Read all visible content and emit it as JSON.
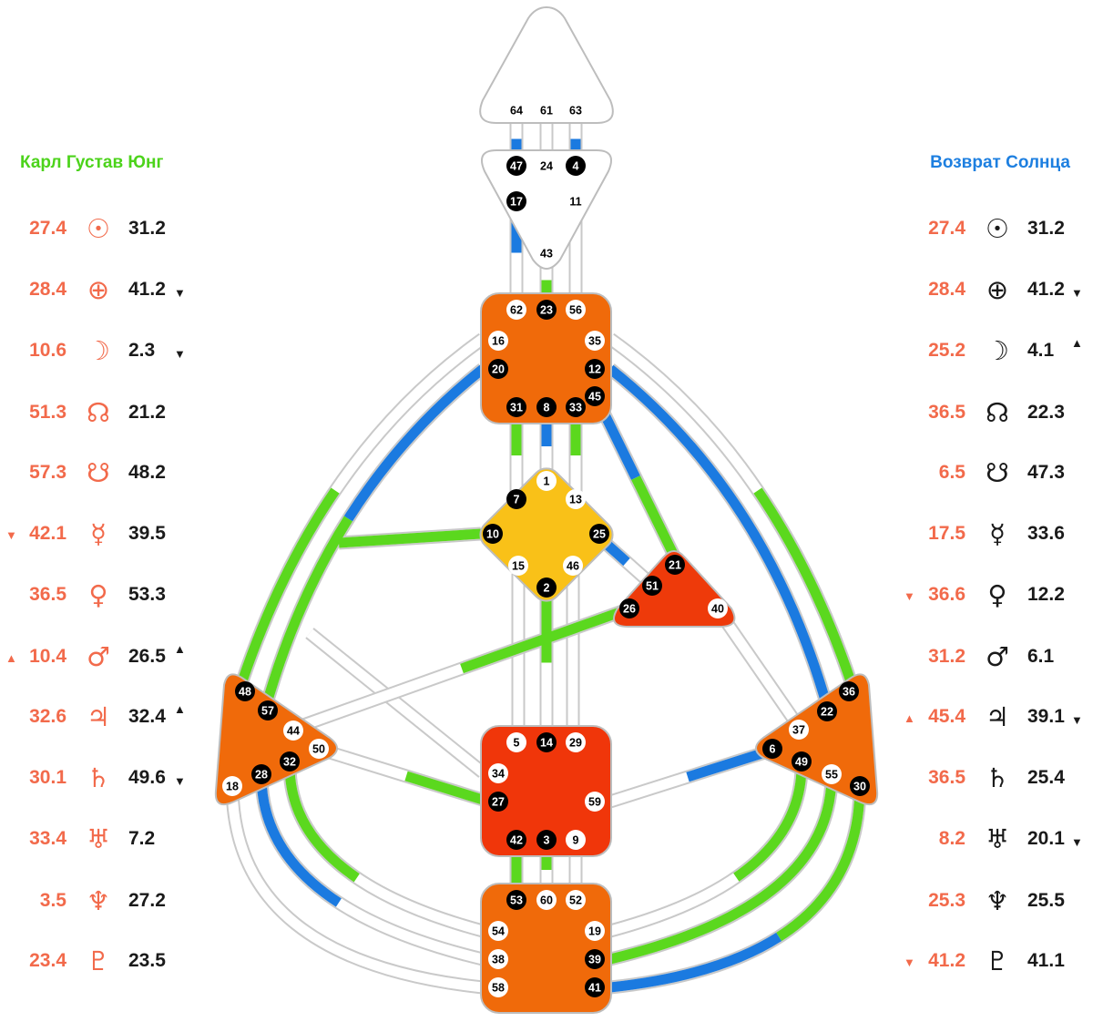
{
  "colors": {
    "design": "#f26a4b",
    "personality": "#1a1a1a",
    "green": "#5bd81e",
    "blue": "#1b7ae0",
    "orange": "#f06a0a",
    "red": "#f0360a",
    "yellow": "#f9c118",
    "channel_outline": "#c9c9c9"
  },
  "left_panel": {
    "title": "Карл Густав Юнг",
    "title_color": "#4cd31b",
    "rows": [
      {
        "planet": "sun",
        "symbol": "☉",
        "design": "27.4",
        "design_arrow": "",
        "personality": "31.2",
        "personality_arrow": ""
      },
      {
        "planet": "earth",
        "symbol": "⊕",
        "design": "28.4",
        "design_arrow": "",
        "personality": "41.2",
        "personality_arrow": "▼"
      },
      {
        "planet": "moon",
        "symbol": "☽",
        "design": "10.6",
        "design_arrow": "",
        "personality": "2.3",
        "personality_arrow": "▼"
      },
      {
        "planet": "north-node",
        "symbol": "☊",
        "design": "51.3",
        "design_arrow": "",
        "personality": "21.2",
        "personality_arrow": ""
      },
      {
        "planet": "south-node",
        "symbol": "☋",
        "design": "57.3",
        "design_arrow": "",
        "personality": "48.2",
        "personality_arrow": ""
      },
      {
        "planet": "mercury",
        "symbol": "☿",
        "design": "42.1",
        "design_arrow": "▼",
        "personality": "39.5",
        "personality_arrow": ""
      },
      {
        "planet": "venus",
        "symbol": "♀",
        "design": "36.5",
        "design_arrow": "",
        "personality": "53.3",
        "personality_arrow": ""
      },
      {
        "planet": "mars",
        "symbol": "♂",
        "design": "10.4",
        "design_arrow": "▲",
        "personality": "26.5",
        "personality_arrow": "▲"
      },
      {
        "planet": "jupiter",
        "symbol": "♃",
        "design": "32.6",
        "design_arrow": "",
        "personality": "32.4",
        "personality_arrow": "▲"
      },
      {
        "planet": "saturn",
        "symbol": "♄",
        "design": "30.1",
        "design_arrow": "",
        "personality": "49.6",
        "personality_arrow": "▼"
      },
      {
        "planet": "uranus",
        "symbol": "♅",
        "design": "33.4",
        "design_arrow": "",
        "personality": "7.2",
        "personality_arrow": ""
      },
      {
        "planet": "neptune",
        "symbol": "♆",
        "design": "3.5",
        "design_arrow": "",
        "personality": "27.2",
        "personality_arrow": ""
      },
      {
        "planet": "pluto",
        "symbol": "♇",
        "design": "23.4",
        "design_arrow": "",
        "personality": "23.5",
        "personality_arrow": ""
      }
    ]
  },
  "right_panel": {
    "title": "Возврат Солнца",
    "title_color": "#1d7fe0",
    "rows": [
      {
        "planet": "sun",
        "symbol": "☉",
        "design": "27.4",
        "design_arrow": "",
        "personality": "31.2",
        "personality_arrow": ""
      },
      {
        "planet": "earth",
        "symbol": "⊕",
        "design": "28.4",
        "design_arrow": "",
        "personality": "41.2",
        "personality_arrow": "▼"
      },
      {
        "planet": "moon",
        "symbol": "☽",
        "design": "25.2",
        "design_arrow": "",
        "personality": "4.1",
        "personality_arrow": "▲"
      },
      {
        "planet": "north-node",
        "symbol": "☊",
        "design": "36.5",
        "design_arrow": "",
        "personality": "22.3",
        "personality_arrow": ""
      },
      {
        "planet": "south-node",
        "symbol": "☋",
        "design": "6.5",
        "design_arrow": "",
        "personality": "47.3",
        "personality_arrow": ""
      },
      {
        "planet": "mercury",
        "symbol": "☿",
        "design": "17.5",
        "design_arrow": "",
        "personality": "33.6",
        "personality_arrow": ""
      },
      {
        "planet": "venus",
        "symbol": "♀",
        "design": "36.6",
        "design_arrow": "▼",
        "personality": "12.2",
        "personality_arrow": ""
      },
      {
        "planet": "mars",
        "symbol": "♂",
        "design": "31.2",
        "design_arrow": "",
        "personality": "6.1",
        "personality_arrow": ""
      },
      {
        "planet": "jupiter",
        "symbol": "♃",
        "design": "45.4",
        "design_arrow": "▲",
        "personality": "39.1",
        "personality_arrow": "▼"
      },
      {
        "planet": "saturn",
        "symbol": "♄",
        "design": "36.5",
        "design_arrow": "",
        "personality": "25.4",
        "personality_arrow": ""
      },
      {
        "planet": "uranus",
        "symbol": "♅",
        "design": "8.2",
        "design_arrow": "",
        "personality": "20.1",
        "personality_arrow": "▼"
      },
      {
        "planet": "neptune",
        "symbol": "♆",
        "design": "25.3",
        "design_arrow": "",
        "personality": "25.5",
        "personality_arrow": ""
      },
      {
        "planet": "pluto",
        "symbol": "♇",
        "design": "41.2",
        "design_arrow": "▼",
        "personality": "41.1",
        "personality_arrow": ""
      }
    ]
  },
  "centers": [
    {
      "name": "head",
      "defined": false,
      "gates": [
        {
          "n": "64",
          "active": false
        },
        {
          "n": "61",
          "active": false
        },
        {
          "n": "63",
          "active": false
        }
      ]
    },
    {
      "name": "ajna",
      "defined": false,
      "gates": [
        {
          "n": "47",
          "active": true
        },
        {
          "n": "24",
          "active": false
        },
        {
          "n": "4",
          "active": true
        },
        {
          "n": "17",
          "active": true
        },
        {
          "n": "11",
          "active": false
        },
        {
          "n": "43",
          "active": false
        }
      ]
    },
    {
      "name": "throat",
      "defined": true,
      "gates": [
        {
          "n": "62",
          "active": false
        },
        {
          "n": "23",
          "active": true
        },
        {
          "n": "56",
          "active": false
        },
        {
          "n": "16",
          "active": false
        },
        {
          "n": "35",
          "active": false
        },
        {
          "n": "20",
          "active": true
        },
        {
          "n": "12",
          "active": true
        },
        {
          "n": "45",
          "active": true
        },
        {
          "n": "31",
          "active": true
        },
        {
          "n": "8",
          "active": true
        },
        {
          "n": "33",
          "active": true
        }
      ]
    },
    {
      "name": "g",
      "defined": true,
      "gates": [
        {
          "n": "1",
          "active": false
        },
        {
          "n": "7",
          "active": true
        },
        {
          "n": "13",
          "active": false
        },
        {
          "n": "10",
          "active": true
        },
        {
          "n": "25",
          "active": true
        },
        {
          "n": "15",
          "active": false
        },
        {
          "n": "46",
          "active": false
        },
        {
          "n": "2",
          "active": true
        }
      ]
    },
    {
      "name": "heart",
      "defined": true,
      "gates": [
        {
          "n": "21",
          "active": true
        },
        {
          "n": "51",
          "active": true
        },
        {
          "n": "26",
          "active": true
        },
        {
          "n": "40",
          "active": false
        }
      ]
    },
    {
      "name": "sacral",
      "defined": true,
      "gates": [
        {
          "n": "5",
          "active": false
        },
        {
          "n": "14",
          "active": true
        },
        {
          "n": "29",
          "active": false
        },
        {
          "n": "34",
          "active": false
        },
        {
          "n": "27",
          "active": true
        },
        {
          "n": "59",
          "active": false
        },
        {
          "n": "42",
          "active": true
        },
        {
          "n": "3",
          "active": true
        },
        {
          "n": "9",
          "active": false
        }
      ]
    },
    {
      "name": "root",
      "defined": true,
      "gates": [
        {
          "n": "53",
          "active": true
        },
        {
          "n": "60",
          "active": false
        },
        {
          "n": "52",
          "active": false
        },
        {
          "n": "54",
          "active": false
        },
        {
          "n": "19",
          "active": false
        },
        {
          "n": "38",
          "active": false
        },
        {
          "n": "39",
          "active": true
        },
        {
          "n": "58",
          "active": false
        },
        {
          "n": "41",
          "active": true
        }
      ]
    },
    {
      "name": "spleen",
      "defined": true,
      "gates": [
        {
          "n": "48",
          "active": true
        },
        {
          "n": "57",
          "active": true
        },
        {
          "n": "44",
          "active": false
        },
        {
          "n": "50",
          "active": false
        },
        {
          "n": "32",
          "active": true
        },
        {
          "n": "28",
          "active": true
        },
        {
          "n": "18",
          "active": false
        }
      ]
    },
    {
      "name": "solar-plexus",
      "defined": true,
      "gates": [
        {
          "n": "36",
          "active": true
        },
        {
          "n": "22",
          "active": true
        },
        {
          "n": "37",
          "active": false
        },
        {
          "n": "6",
          "active": true
        },
        {
          "n": "49",
          "active": true
        },
        {
          "n": "55",
          "active": false
        },
        {
          "n": "30",
          "active": true
        }
      ]
    }
  ]
}
